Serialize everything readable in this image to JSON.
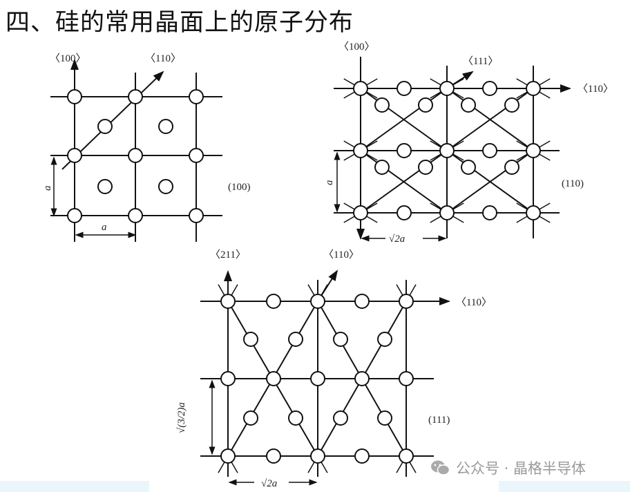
{
  "title": "四、硅的常用晶面上的原子分布",
  "diagram_100": {
    "dir_a": "〈100〉",
    "dir_b": "〈110〉",
    "plane": "(100)",
    "dim_v": "a",
    "dim_h": "a"
  },
  "diagram_110": {
    "dir_a": "〈100〉",
    "dir_b": "〈111〉",
    "dir_c": "〈110〉",
    "plane": "(110)",
    "dim_v": "a",
    "dim_h": "√2a"
  },
  "diagram_111": {
    "dir_a": "〈211〉",
    "dir_b": "〈110〉",
    "dir_c": "〈110〉",
    "plane": "(111)",
    "dim_v": "√(3/2)a",
    "dim_h": "√2a"
  },
  "watermark": {
    "text": "公众号 · 晶格半导体",
    "icon": "wechat-icon"
  }
}
